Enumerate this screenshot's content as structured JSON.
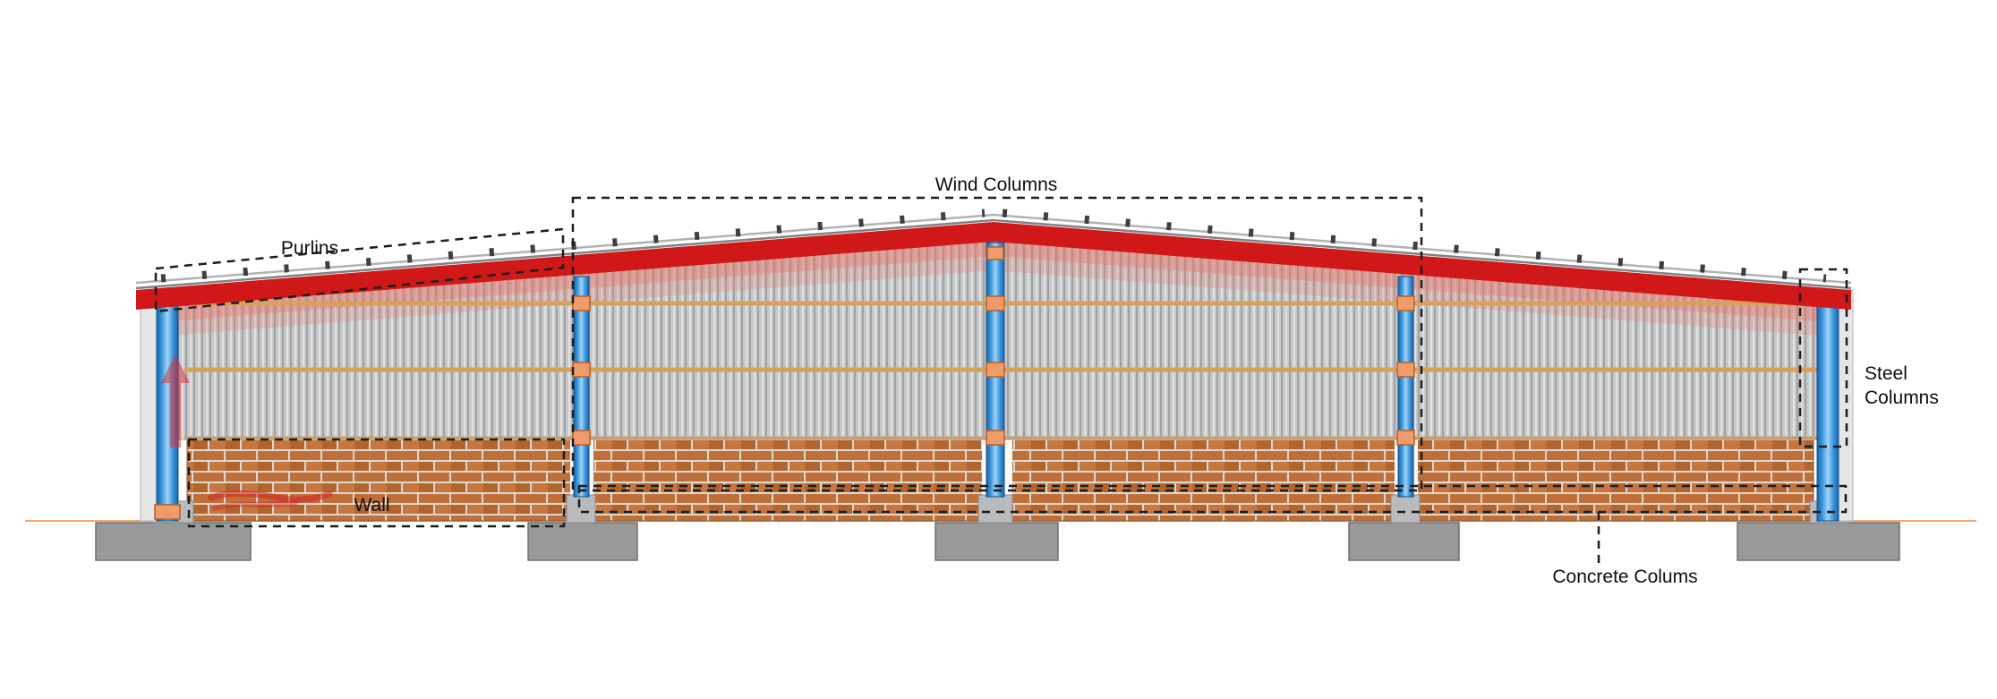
{
  "diagram": {
    "kind": "industrial-building-front-elevation",
    "labels": {
      "purlins": "Purlins",
      "wind_columns": "Wind Columns",
      "steel_columns": "Steel Columns",
      "wall": "Wall",
      "concrete_columns": "Concrete Colums"
    },
    "colors": {
      "roof_red": "#d01818",
      "roof_shadow_pink": "#e67869",
      "steel_column_blue": "#3f97dd",
      "brick_wall_orange": "#bf6f3a",
      "girt_tan": "#d8a058",
      "cladding_gray": "#c6c8ca",
      "foundation_gray": "#97999b",
      "pedestal_gray": "#b9bbbd",
      "annotation_dash_black": "#1c1c1c",
      "ground_line_orange": "#f2aa60",
      "red_markup": "#de2828"
    },
    "structure_counts": {
      "visible_columns": 5,
      "bays": 4,
      "roof_girt_lines": 2
    }
  }
}
